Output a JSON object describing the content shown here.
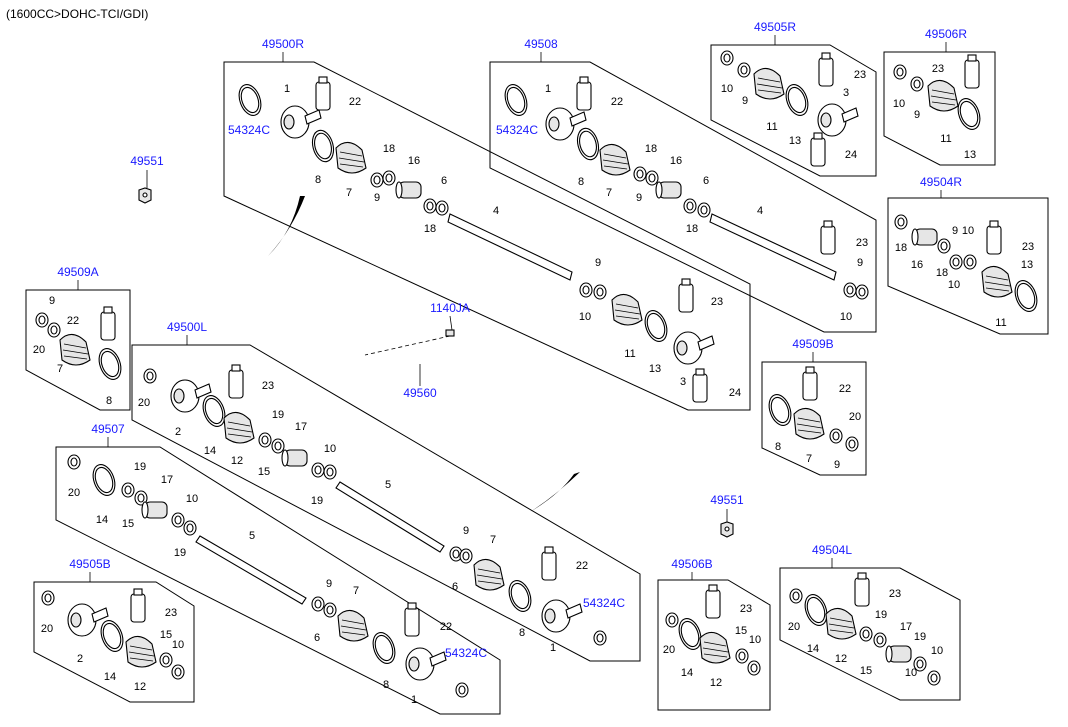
{
  "header": "(1600CC>DOHC-TCI/GDI)",
  "groups": {
    "g49500R": "49500R",
    "g49508": "49508",
    "g49505R": "49505R",
    "g49506R": "49506R",
    "g49504R": "49504R",
    "g49509A": "49509A",
    "g49500L": "49500L",
    "g49509B": "49509B",
    "g49507": "49507",
    "g49505B": "49505B",
    "g49506B": "49506B",
    "g49504L": "49504L"
  },
  "codes": {
    "c49551": "49551",
    "c1140JA": "1140JA",
    "c49560": "49560",
    "c54324C": "54324C"
  },
  "nums": {
    "n1": "1",
    "n2": "2",
    "n3": "3",
    "n4": "4",
    "n5": "5",
    "n6": "6",
    "n7": "7",
    "n8": "8",
    "n9": "9",
    "n10": "10",
    "n11": "11",
    "n12": "12",
    "n13": "13",
    "n14": "14",
    "n15": "15",
    "n16": "16",
    "n17": "17",
    "n18": "18",
    "n19": "19",
    "n20": "20",
    "n22": "22",
    "n23": "23",
    "n24": "24"
  }
}
